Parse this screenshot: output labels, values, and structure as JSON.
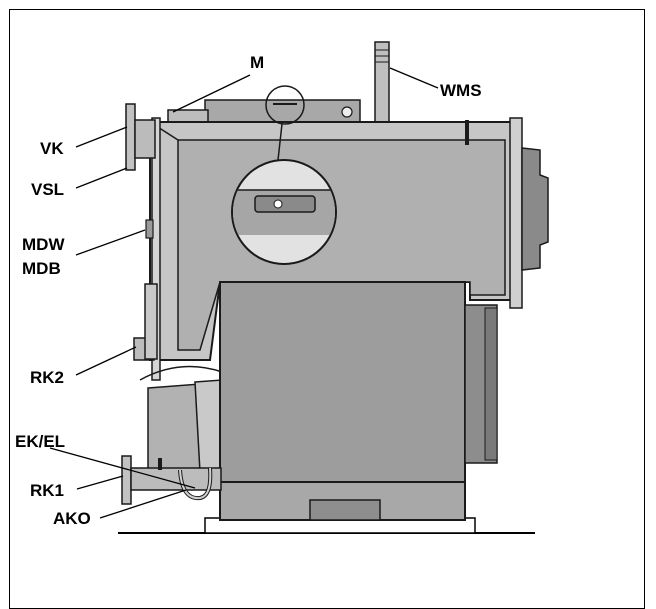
{
  "labels": {
    "m": "M",
    "wms": "WMS",
    "vk": "VK",
    "vsl": "VSL",
    "mdw": "MDW",
    "mdb": "MDB",
    "rk2": "RK2",
    "ek_el": "EK/EL",
    "rk1": "RK1",
    "ako": "AKO"
  },
  "colors": {
    "body_light": "#c9c9c9",
    "body_mid": "#b3b3b3",
    "body_dark": "#8f8f8f",
    "panel": "#a3a3a3",
    "outline": "#1a1a1a"
  }
}
